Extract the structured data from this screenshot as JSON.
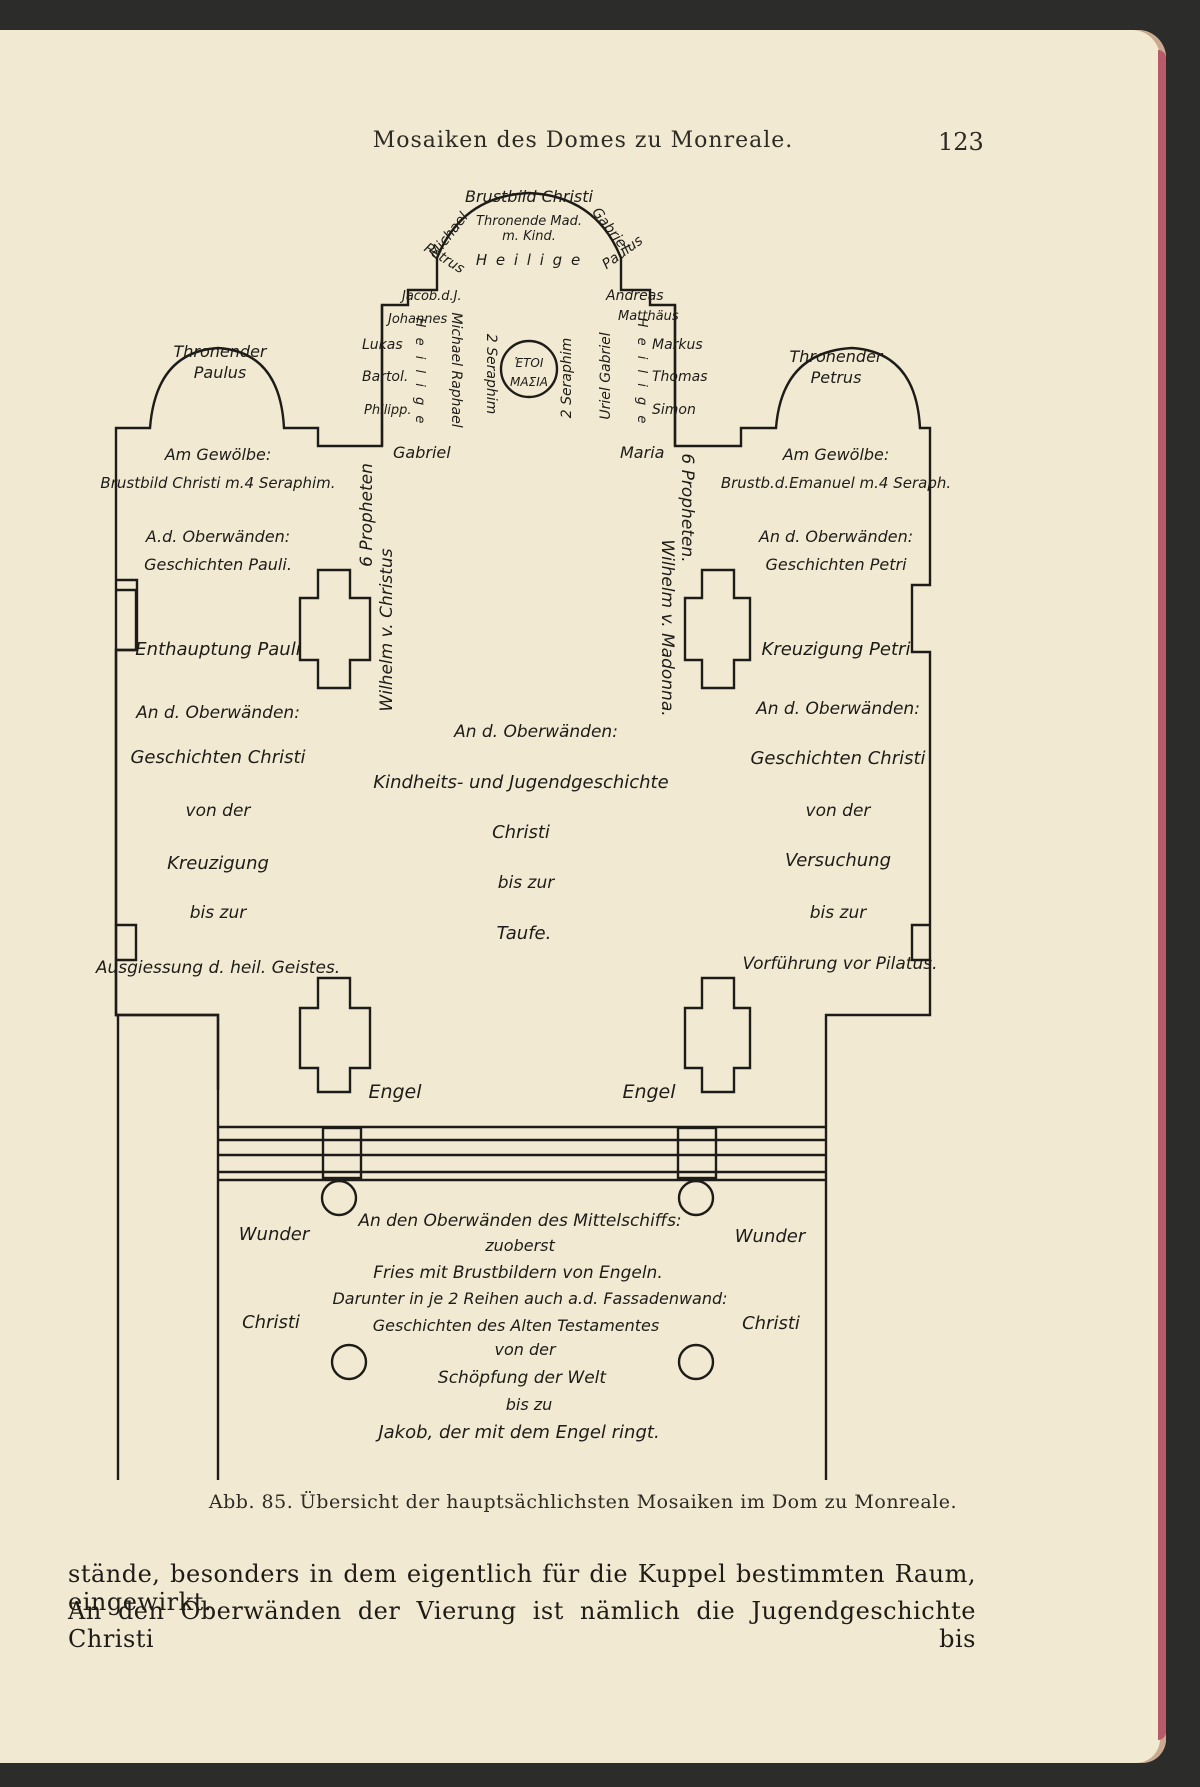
{
  "header": {
    "running_title": "Mosaiken des Domes zu Monreale.",
    "page_number": "123"
  },
  "figure": {
    "apse": {
      "top": "Brustbild Christi",
      "left_arc": "Michael",
      "center_arc": "Thronende Mad. m. Kind.",
      "right_arc": "Gabriel",
      "left_arc2": "Petrus",
      "right_arc2": "Paulus",
      "heilige_arc": "H e i l i g e",
      "left_list": [
        "Jacob.d.J.",
        "Johannes",
        "Lukas",
        "Bartol.",
        "Philipp."
      ],
      "right_list": [
        "Andreas",
        "Matthäus",
        "Markus",
        "Thomas",
        "Simon"
      ],
      "heilige_left": "H e i l i g e",
      "heilige_right": "H e i l i g e",
      "michael_raphael": "Michael Raphael",
      "seraphim_left": "2 Seraphim",
      "seraphim_right": "2 Seraphim",
      "uriel_gabriel": "Uriel Gabriel",
      "center_circle": "ἙΤΟΙ ΜΑΣΙΑ",
      "gabriel": "Gabriel",
      "maria": "Maria"
    },
    "left_chapel": {
      "title": "Thronender Paulus",
      "vault": "Am Gewölbe:",
      "vault_detail": "Brustbild Christi m.4 Seraphim.",
      "walls": "A.d. Oberwänden:",
      "walls_detail": "Geschichten Pauli.",
      "scene": "Enthauptung Pauli"
    },
    "right_chapel": {
      "title": "Thronender Petrus",
      "vault": "Am Gewölbe:",
      "vault_detail": "Brustb.d.Emanuel m.4 Seraph.",
      "walls": "An d. Oberwänden:",
      "walls_detail": "Geschichten Petri",
      "scene": "Kreuzigung Petri"
    },
    "left_side": {
      "prophets": "6 Propheten",
      "king": "Wilhelm v. Christus",
      "l1": "An d. Oberwänden:",
      "l2": "Geschichten Christi",
      "l3": "von der",
      "l4": "Kreuzigung",
      "l5": "bis zur",
      "l6": "Ausgiessung d. heil. Geistes."
    },
    "right_side": {
      "prophets": "6 Propheten.",
      "king": "Wilhelm v. Madonna.",
      "l1": "An d. Oberwänden:",
      "l2": "Geschichten Christi",
      "l3": "von der",
      "l4": "Versuchung",
      "l5": "bis zur",
      "l6": "Vorführung vor Pilatus."
    },
    "center": {
      "l1": "An d. Oberwänden:",
      "l2": "Kindheits- und Jugendgeschichte",
      "l3": "Christi",
      "l4": "bis zur",
      "l5": "Taufe."
    },
    "engel_left": "Engel",
    "engel_right": "Engel",
    "nave": {
      "left_top": "Wunder",
      "left_bottom": "Christi",
      "right_top": "Wunder",
      "right_bottom": "Christi",
      "l1": "An den Oberwänden des Mittelschiffs:",
      "l2": "zuoberst",
      "l3": "Fries mit Brustbildern von Engeln.",
      "l4": "Darunter in je 2 Reihen auch a.d. Fassadenwand:",
      "l5": "Geschichten des Alten Testamentes",
      "l6": "von der",
      "l7": "Schöpfung der Welt",
      "l8": "bis zu",
      "l9": "Jakob, der mit dem Engel ringt."
    }
  },
  "caption": "Abb. 85.  Übersicht der hauptsächlichsten Mosaiken im Dom zu Monreale.",
  "body": {
    "line1": "stände, besonders in dem eigentlich für die Kuppel bestimmten Raum, eingewirkt.",
    "line2": "An den Oberwänden der Vierung ist nämlich die Jugendgeschichte Christi bis"
  }
}
